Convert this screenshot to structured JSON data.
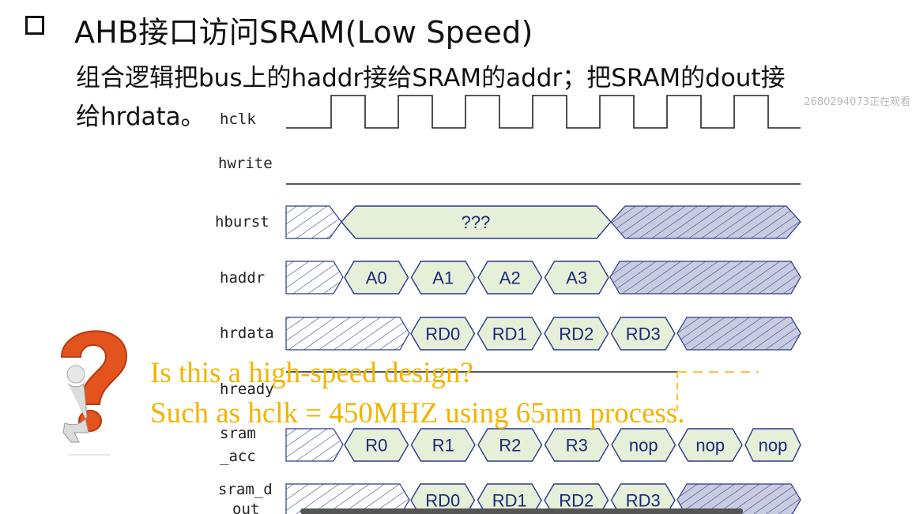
{
  "title": "AHB接口访问SRAM(Low Speed)",
  "description": [
    "组合逻辑把bus上的haddr接给SRAM的addr；把SRAM的dout接",
    "给hrdata。"
  ],
  "watermark": "2680294073正在观看",
  "signals": {
    "hclk": "hclk",
    "hwrite": "hwrite",
    "hburst": "hburst",
    "haddr": "haddr",
    "hrdata": "hrdata",
    "hready": "hready",
    "sram_acc": [
      "sram",
      "_acc"
    ],
    "sram_dout": [
      "sram_d",
      "out"
    ]
  },
  "hburst_value": "???",
  "haddr_values": [
    "A0",
    "A1",
    "A2",
    "A3"
  ],
  "hrdata_values": [
    "RD0",
    "RD1",
    "RD2",
    "RD3"
  ],
  "sram_acc_values": [
    "R0",
    "R1",
    "R2",
    "R3",
    "nop",
    "nop",
    "nop"
  ],
  "sram_dout_values": [
    "RD0",
    "RD1",
    "RD2",
    "RD3"
  ],
  "question": [
    "Is this a high-speed design?",
    "Such as hclk = 450MHZ using 65nm process."
  ],
  "colors": {
    "bus_fill": "#e6efd8",
    "bus_stroke": "#2a3a8a",
    "hatch_fill": "#c9cbe0",
    "overlay": "#f2b400",
    "question_mark": "#e2531e"
  },
  "icons": {
    "question": "question-mark-figure-icon",
    "checkbox": "square-bullet-icon"
  }
}
